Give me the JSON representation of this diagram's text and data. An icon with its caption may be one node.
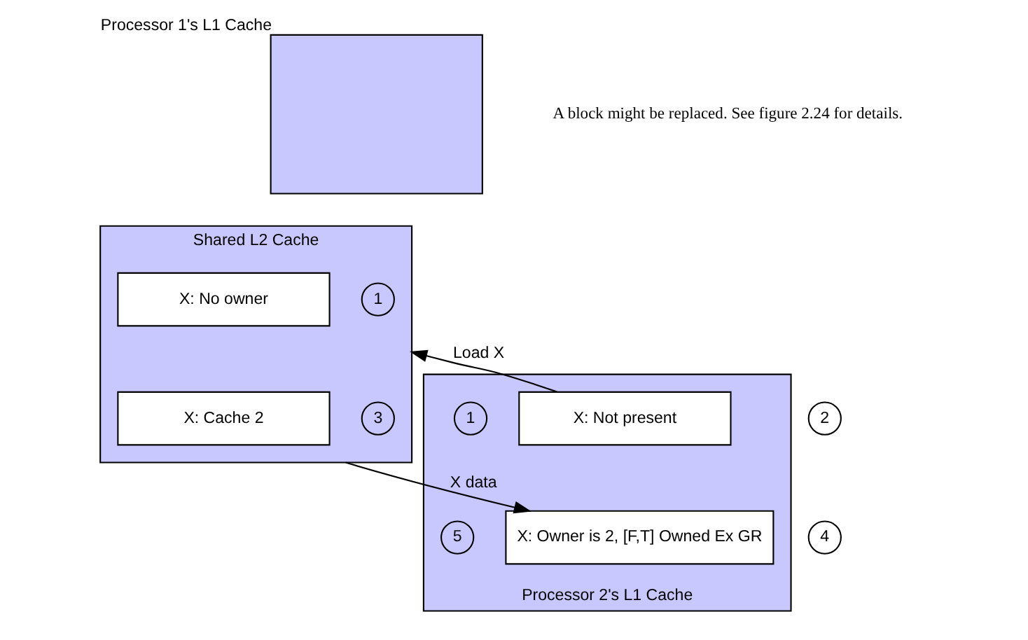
{
  "diagram": {
    "nodes": [
      {
        "text": [
          "Processor 1's L1 Cache"
        ]
      },
      {
        "text": [
          "Shared L2 Cache"
        ]
      },
      {
        "text": [
          "X: No owner"
        ],
        "in": 1,
        "beside": [
          "1"
        ]
      },
      {
        "text": [
          "X: Cache 2"
        ],
        "in": 1,
        "beside": [
          "3"
        ]
      },
      {
        "text": [
          "Processor 2's L1 Cache"
        ]
      },
      {
        "text": [
          "X: Not present"
        ],
        "in": 4,
        "beside": [
          "1"
        ]
      },
      {
        "text": [
          "X: Owner is 2, [F,T] Owned Ex GR"
        ],
        "in": 4,
        "beside": [
          "5"
        ]
      }
    ],
    "edges": [
      {
        "from": 5,
        "to": 1,
        "arrow": "to",
        "label": "Load X"
      },
      {
        "from": 1,
        "to": 6,
        "arrow": "to",
        "label": "X data"
      }
    ],
    "labels": [
      "A block might be replaced. See figure 2.24 for details.",
      "2",
      "4"
    ]
  }
}
